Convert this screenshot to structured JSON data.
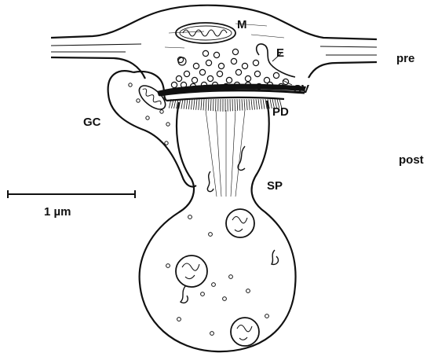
{
  "labels": {
    "mitochondrion": "M",
    "endosome": "E",
    "presynaptic": "pre",
    "synaptic_vesicles": "SV",
    "postsynaptic_density": "PD",
    "glial_cell": "GC",
    "postsynaptic": "post",
    "spine": "SP",
    "scale_bar": "1 µm"
  },
  "colors": {
    "ink": "#111111",
    "background": "#ffffff"
  }
}
